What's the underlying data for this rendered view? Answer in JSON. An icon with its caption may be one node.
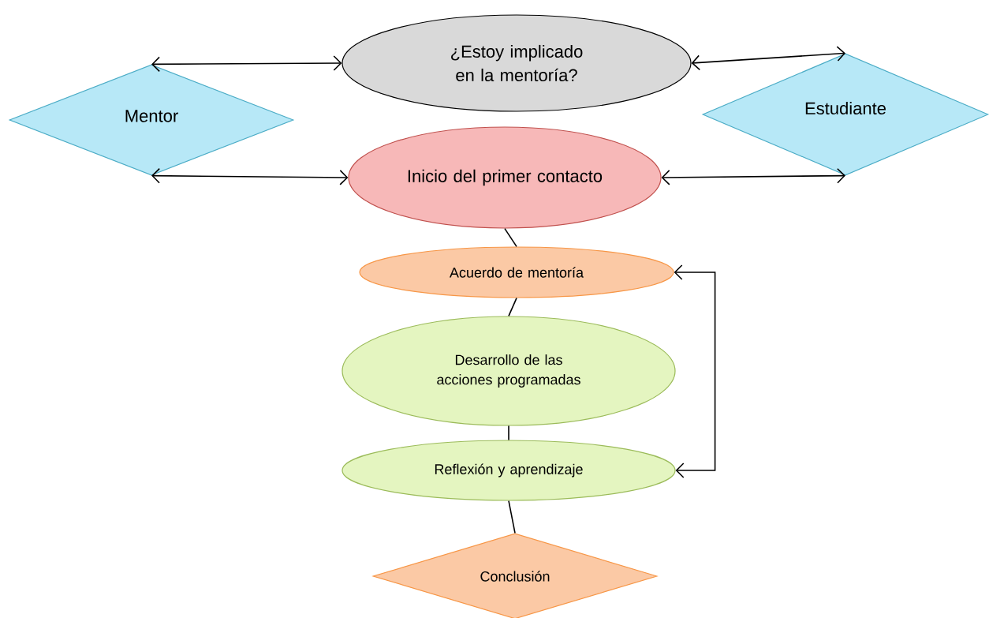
{
  "diagram": {
    "nodes": [
      {
        "text": [
          "¿Estoy implicado en la mentoría?"
        ]
      },
      {
        "text": [
          "Mentor"
        ]
      },
      {
        "text": [
          "Estudiante"
        ]
      },
      {
        "text": [
          "Inicio del primer contacto"
        ]
      },
      {
        "text": [
          "Acuerdo de mentoría"
        ]
      },
      {
        "text": [
          "Desarrollo de las acciones programadas"
        ]
      },
      {
        "text": [
          "Reflexión y aprendizaje"
        ]
      },
      {
        "text": [
          "Conclusión"
        ]
      }
    ],
    "edges": [
      {
        "from": 1,
        "to": 0,
        "arrow": "both"
      },
      {
        "from": 1,
        "to": 3,
        "arrow": "both"
      },
      {
        "from": 0,
        "to": 2,
        "arrow": "both"
      },
      {
        "from": 3,
        "to": 2,
        "arrow": "both"
      },
      {
        "from": 3,
        "to": 4,
        "arrow": "none"
      },
      {
        "from": 4,
        "to": 5,
        "arrow": "none"
      },
      {
        "from": 5,
        "to": 6,
        "arrow": "none"
      },
      {
        "from": 6,
        "to": 7,
        "arrow": "none"
      },
      {
        "from": 6,
        "to": 4,
        "arrow": "both"
      }
    ]
  }
}
